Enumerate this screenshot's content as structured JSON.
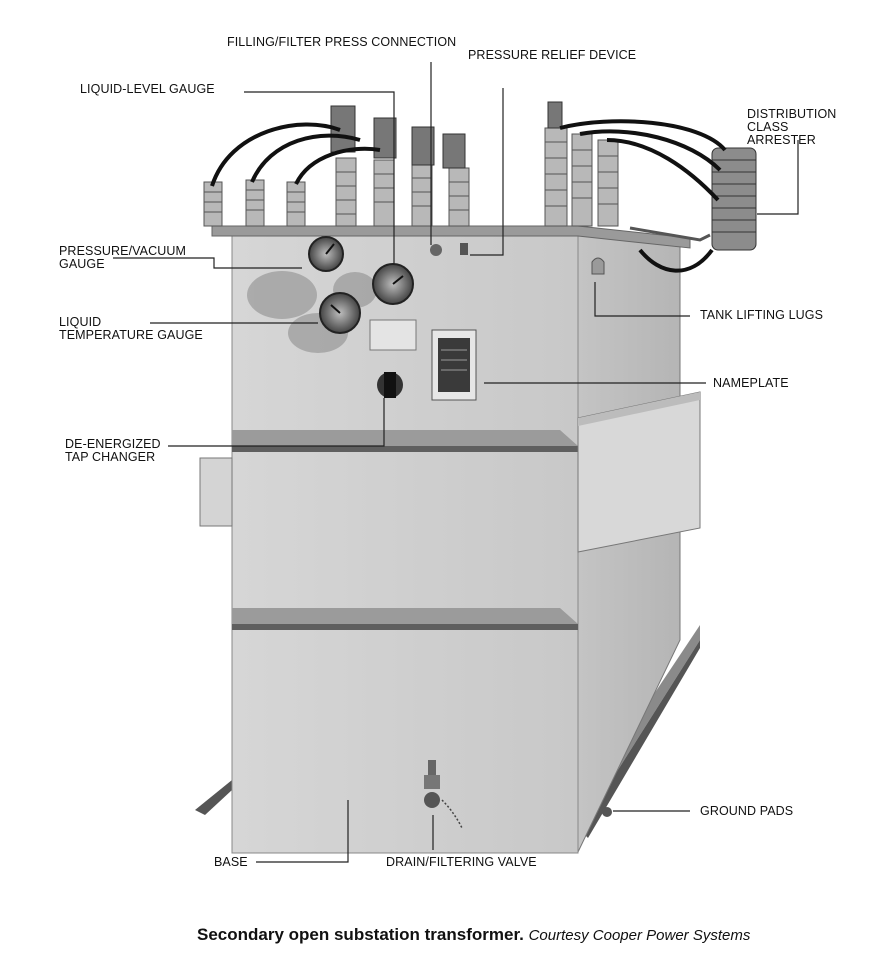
{
  "labels": {
    "filling_filter": "FILLING/FILTER PRESS CONNECTION",
    "pressure_relief": "PRESSURE RELIEF DEVICE",
    "liquid_level": "LIQUID-LEVEL GAUGE",
    "distribution_arrester": "DISTRIBUTION\nCLASS\nARRESTER",
    "pressure_vacuum": "PRESSURE/VACUUM\nGAUGE",
    "tank_lifting": "TANK LIFTING LUGS",
    "liquid_temp": "LIQUID\nTEMPERATURE GAUGE",
    "nameplate": "NAMEPLATE",
    "tap_changer": "DE-ENERGIZED\nTAP CHANGER",
    "ground_pads": "GROUND PADS",
    "base": "BASE",
    "drain_valve": "DRAIN/FILTERING VALVE"
  },
  "caption": {
    "title": "Secondary open substation transformer.",
    "credit": "Courtesy Cooper Power Systems"
  }
}
